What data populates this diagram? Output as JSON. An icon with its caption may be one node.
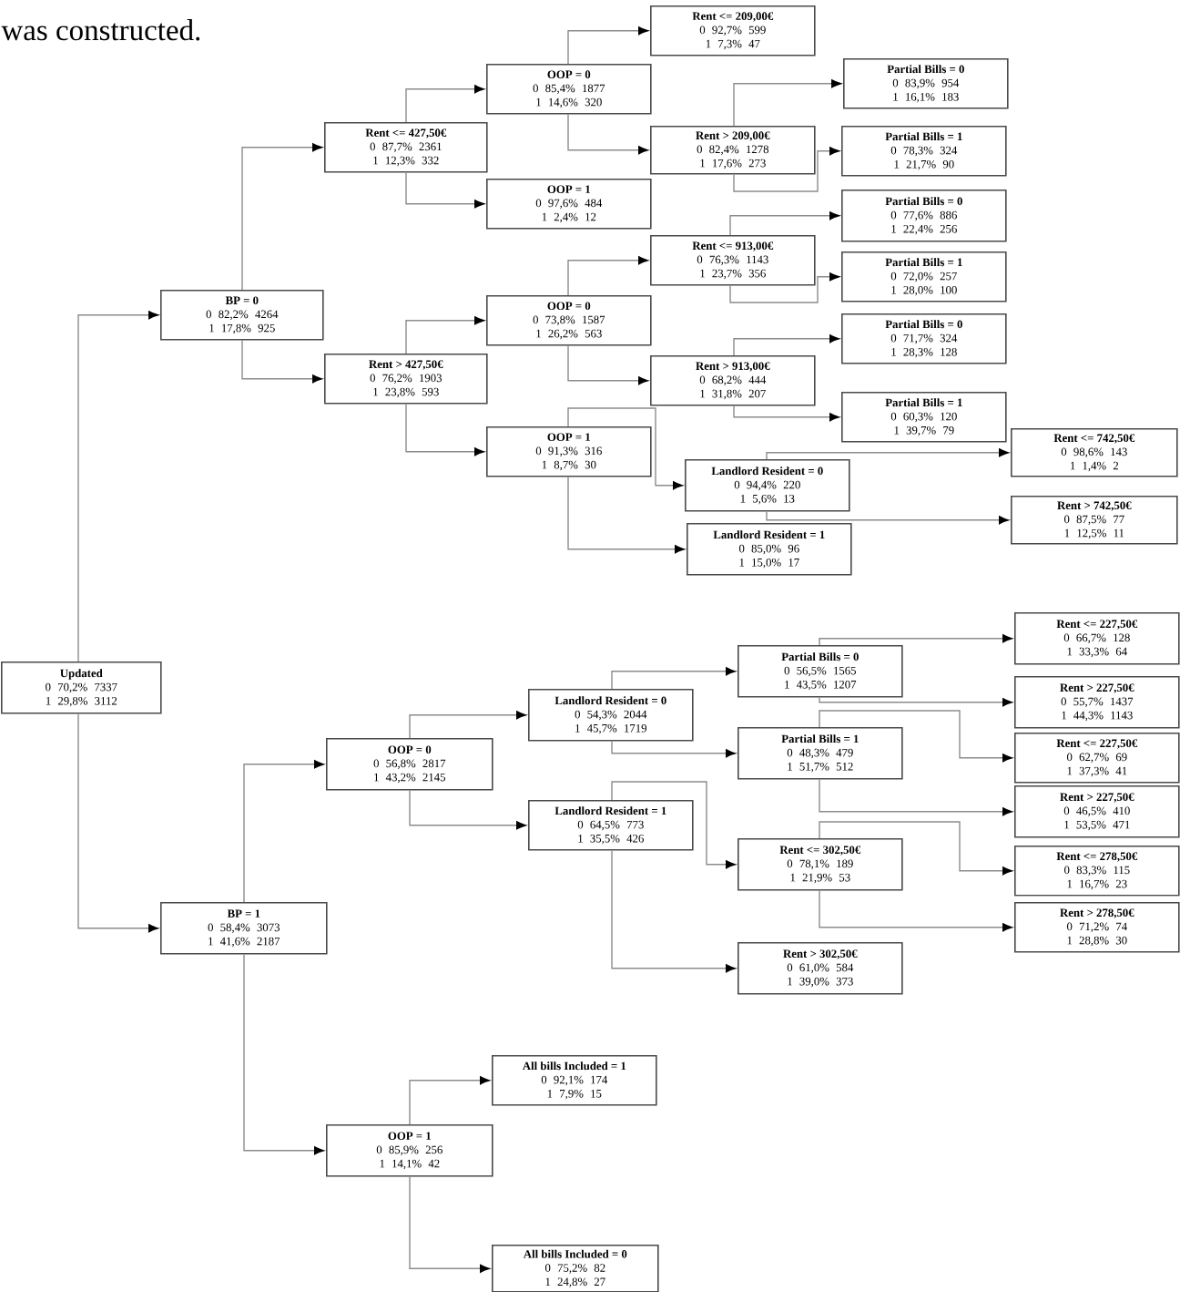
{
  "diagram": {
    "nodes": [
      {
        "text": [
          "Updated",
          "0 70,2% 7337",
          "1 29,8% 3112"
        ]
      },
      {
        "text": [
          "BP = 0",
          "0 82,2% 4264",
          "1 17,8% 925"
        ]
      },
      {
        "text": [
          "Rent <= 427,50€",
          "0 87,7% 2361",
          "1 12,3% 332"
        ]
      },
      {
        "text": [
          "OOP = 0",
          "0 85,4% 1877",
          "1 14,6% 320"
        ]
      },
      {
        "text": [
          "Rent <= 209,00€",
          "0 92,7% 599",
          "1 7,3% 47"
        ]
      },
      {
        "text": [
          "Rent > 209,00€",
          "0 82,4% 1278",
          "1 17,6% 273"
        ]
      },
      {
        "text": [
          "Partial Bills = 0",
          "0 83,9% 954",
          "1 16,1% 183"
        ]
      },
      {
        "text": [
          "Partial Bills = 1",
          "0 78,3% 324",
          "1 21,7% 90"
        ]
      },
      {
        "text": [
          "OOP = 1",
          "0 97,6% 484",
          "1 2,4% 12"
        ]
      },
      {
        "text": [
          "OOP = 0",
          "0 73,8% 1587",
          "1 26,2% 563"
        ]
      },
      {
        "text": [
          "Rent > 427,50€",
          "0 76,2% 1903",
          "1 23,8% 593"
        ]
      },
      {
        "text": [
          "Rent <= 913,00€",
          "0 76,3% 1143",
          "1 23,7% 356"
        ]
      },
      {
        "text": [
          "Partial Bills = 0",
          "0 77,6% 886",
          "1 22,4% 256"
        ]
      },
      {
        "text": [
          "Partial Bills = 1",
          "0 72,0% 257",
          "1 28,0% 100"
        ]
      },
      {
        "text": [
          "Rent > 913,00€",
          "0 68,2% 444",
          "1 31,8% 207"
        ]
      },
      {
        "text": [
          "Partial Bills = 0",
          "0 71,7% 324",
          "1 28,3% 128"
        ]
      },
      {
        "text": [
          "Partial Bills = 1",
          "0 60,3% 120",
          "1 39,7% 79"
        ]
      },
      {
        "text": [
          "OOP = 1",
          "0 91,3% 316",
          "1 8,7% 30"
        ]
      },
      {
        "text": [
          "Landlord Resident = 0",
          "0 94,4% 220",
          "1 5,6% 13"
        ]
      },
      {
        "text": [
          "Landlord Resident = 1",
          "0 85,0% 96",
          "1 15,0% 17"
        ]
      },
      {
        "text": [
          "Rent <= 742,50€",
          "0 98,6% 143",
          "1 1,4% 2"
        ]
      },
      {
        "text": [
          "Rent > 742,50€",
          "0 87,5% 77",
          "1 12,5% 11"
        ]
      },
      {
        "text": [
          "BP = 1",
          "0 58,4% 3073",
          "1 41,6% 2187"
        ]
      },
      {
        "text": [
          "OOP = 0",
          "0 56,8% 2817",
          "1 43,2% 2145"
        ]
      },
      {
        "text": [
          "Landlord Resident = 0",
          "0 54,3% 2044",
          "1 45,7% 1719"
        ]
      },
      {
        "text": [
          "Landlord Resident = 1",
          "0 64,5% 773",
          "1 35,5% 426"
        ]
      },
      {
        "text": [
          "Partial Bills = 0",
          "0 56,5% 1565",
          "1 43,5% 1207"
        ]
      },
      {
        "text": [
          "Partial Bills = 1",
          "0 48,3% 479",
          "1 51,7% 512"
        ]
      },
      {
        "text": [
          "Rent <= 302,50€",
          "0 78,1% 189",
          "1 21,9% 53"
        ]
      },
      {
        "text": [
          "Rent > 302,50€",
          "0 61,0% 584",
          "1 39,0% 373"
        ]
      },
      {
        "text": [
          "Rent <= 227,50€",
          "0 66,7% 128",
          "1 33,3% 64"
        ]
      },
      {
        "text": [
          "Rent > 227,50€",
          "0 55,7% 1437",
          "1 44,3% 1143"
        ]
      },
      {
        "text": [
          "Rent <= 227,50€",
          "0 62,7% 69",
          "1 37,3% 41"
        ]
      },
      {
        "text": [
          "Rent > 227,50€",
          "0 46,5% 410",
          "1 53,5% 471"
        ]
      },
      {
        "text": [
          "Rent <= 278,50€",
          "0 83,3% 115",
          "1 16,7% 23"
        ]
      },
      {
        "text": [
          "Rent > 278,50€",
          "0 71,2% 74",
          "1 28,8% 30"
        ]
      },
      {
        "text": [
          "OOP = 1",
          "0 85,9% 256",
          "1 14,1% 42"
        ]
      },
      {
        "text": [
          "All bills Included = 1",
          "0 92,1% 174",
          "1 7,9% 15"
        ]
      },
      {
        "text": [
          "All bills Included = 0",
          "0 75,2% 82",
          "1 24,8% 27"
        ]
      }
    ],
    "edges": [
      {
        "from": 0,
        "to": 1,
        "arrow": "to"
      },
      {
        "from": 0,
        "to": 22,
        "arrow": "to"
      },
      {
        "from": 1,
        "to": 2,
        "arrow": "to"
      },
      {
        "from": 1,
        "to": 10,
        "arrow": "to"
      },
      {
        "from": 2,
        "to": 3,
        "arrow": "to"
      },
      {
        "from": 2,
        "to": 8,
        "arrow": "to"
      },
      {
        "from": 3,
        "to": 4,
        "arrow": "to"
      },
      {
        "from": 3,
        "to": 5,
        "arrow": "to"
      },
      {
        "from": 5,
        "to": 6,
        "arrow": "to"
      },
      {
        "from": 5,
        "to": 7,
        "arrow": "to"
      },
      {
        "from": 10,
        "to": 9,
        "arrow": "to"
      },
      {
        "from": 10,
        "to": 17,
        "arrow": "to"
      },
      {
        "from": 9,
        "to": 11,
        "arrow": "to"
      },
      {
        "from": 9,
        "to": 14,
        "arrow": "to"
      },
      {
        "from": 11,
        "to": 12,
        "arrow": "to"
      },
      {
        "from": 11,
        "to": 13,
        "arrow": "to"
      },
      {
        "from": 14,
        "to": 15,
        "arrow": "to"
      },
      {
        "from": 14,
        "to": 16,
        "arrow": "to"
      },
      {
        "from": 17,
        "to": 18,
        "arrow": "to"
      },
      {
        "from": 17,
        "to": 19,
        "arrow": "to"
      },
      {
        "from": 18,
        "to": 20,
        "arrow": "to"
      },
      {
        "from": 18,
        "to": 21,
        "arrow": "to"
      },
      {
        "from": 22,
        "to": 23,
        "arrow": "to"
      },
      {
        "from": 22,
        "to": 36,
        "arrow": "to"
      },
      {
        "from": 23,
        "to": 24,
        "arrow": "to"
      },
      {
        "from": 23,
        "to": 25,
        "arrow": "to"
      },
      {
        "from": 24,
        "to": 26,
        "arrow": "to"
      },
      {
        "from": 24,
        "to": 27,
        "arrow": "to"
      },
      {
        "from": 25,
        "to": 28,
        "arrow": "to"
      },
      {
        "from": 25,
        "to": 29,
        "arrow": "to"
      },
      {
        "from": 26,
        "to": 30,
        "arrow": "to"
      },
      {
        "from": 26,
        "to": 31,
        "arrow": "to"
      },
      {
        "from": 27,
        "to": 32,
        "arrow": "to"
      },
      {
        "from": 27,
        "to": 33,
        "arrow": "to"
      },
      {
        "from": 28,
        "to": 34,
        "arrow": "to"
      },
      {
        "from": 28,
        "to": 35,
        "arrow": "to"
      },
      {
        "from": 36,
        "to": 37,
        "arrow": "to"
      },
      {
        "from": 36,
        "to": 38,
        "arrow": "to"
      }
    ],
    "labels": [
      "was constructed."
    ]
  }
}
